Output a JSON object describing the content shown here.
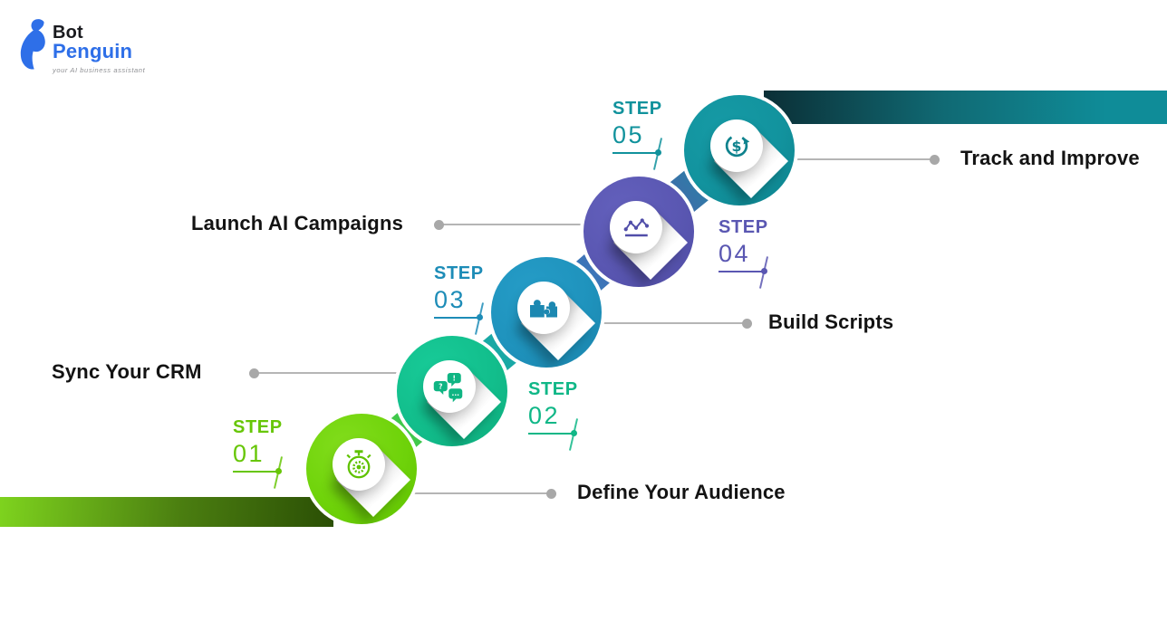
{
  "brand": {
    "name_black": "Bot",
    "name_blue": "Penguin",
    "tagline": "your AI business assistant",
    "logo_color": "#2E6FE8"
  },
  "steps": [
    {
      "step_word": "STEP",
      "number": "01",
      "title": "Define Your Audience",
      "color": "#6FD30A",
      "icon": "stopwatch-gear-icon",
      "label_side": "right"
    },
    {
      "step_word": "STEP",
      "number": "02",
      "title": "Sync Your CRM",
      "color": "#12BE8C",
      "icon": "chat-discussion-icon",
      "label_side": "left"
    },
    {
      "step_word": "STEP",
      "number": "03",
      "title": "Build Scripts",
      "color": "#1F93BD",
      "icon": "puzzle-pieces-icon",
      "label_side": "right"
    },
    {
      "step_word": "STEP",
      "number": "04",
      "title": "Launch AI Campaigns",
      "color": "#5A57B2",
      "icon": "line-chart-icon",
      "label_side": "left"
    },
    {
      "step_word": "STEP",
      "number": "05",
      "title": "Track and Improve",
      "color": "#12939E",
      "icon": "dollar-refresh-icon",
      "label_side": "right"
    }
  ],
  "decor": {
    "connector_color": "#B5B5B5",
    "connector_dot_color": "#A8A8A8",
    "bottom_bar_gradient": [
      "#7ED31E",
      "#2B4F05"
    ],
    "top_bar_gradient": [
      "#0B2F36",
      "#0F8C98"
    ],
    "fold_gradient": [
      "#8F8F8F",
      "#FFFFFF"
    ]
  }
}
